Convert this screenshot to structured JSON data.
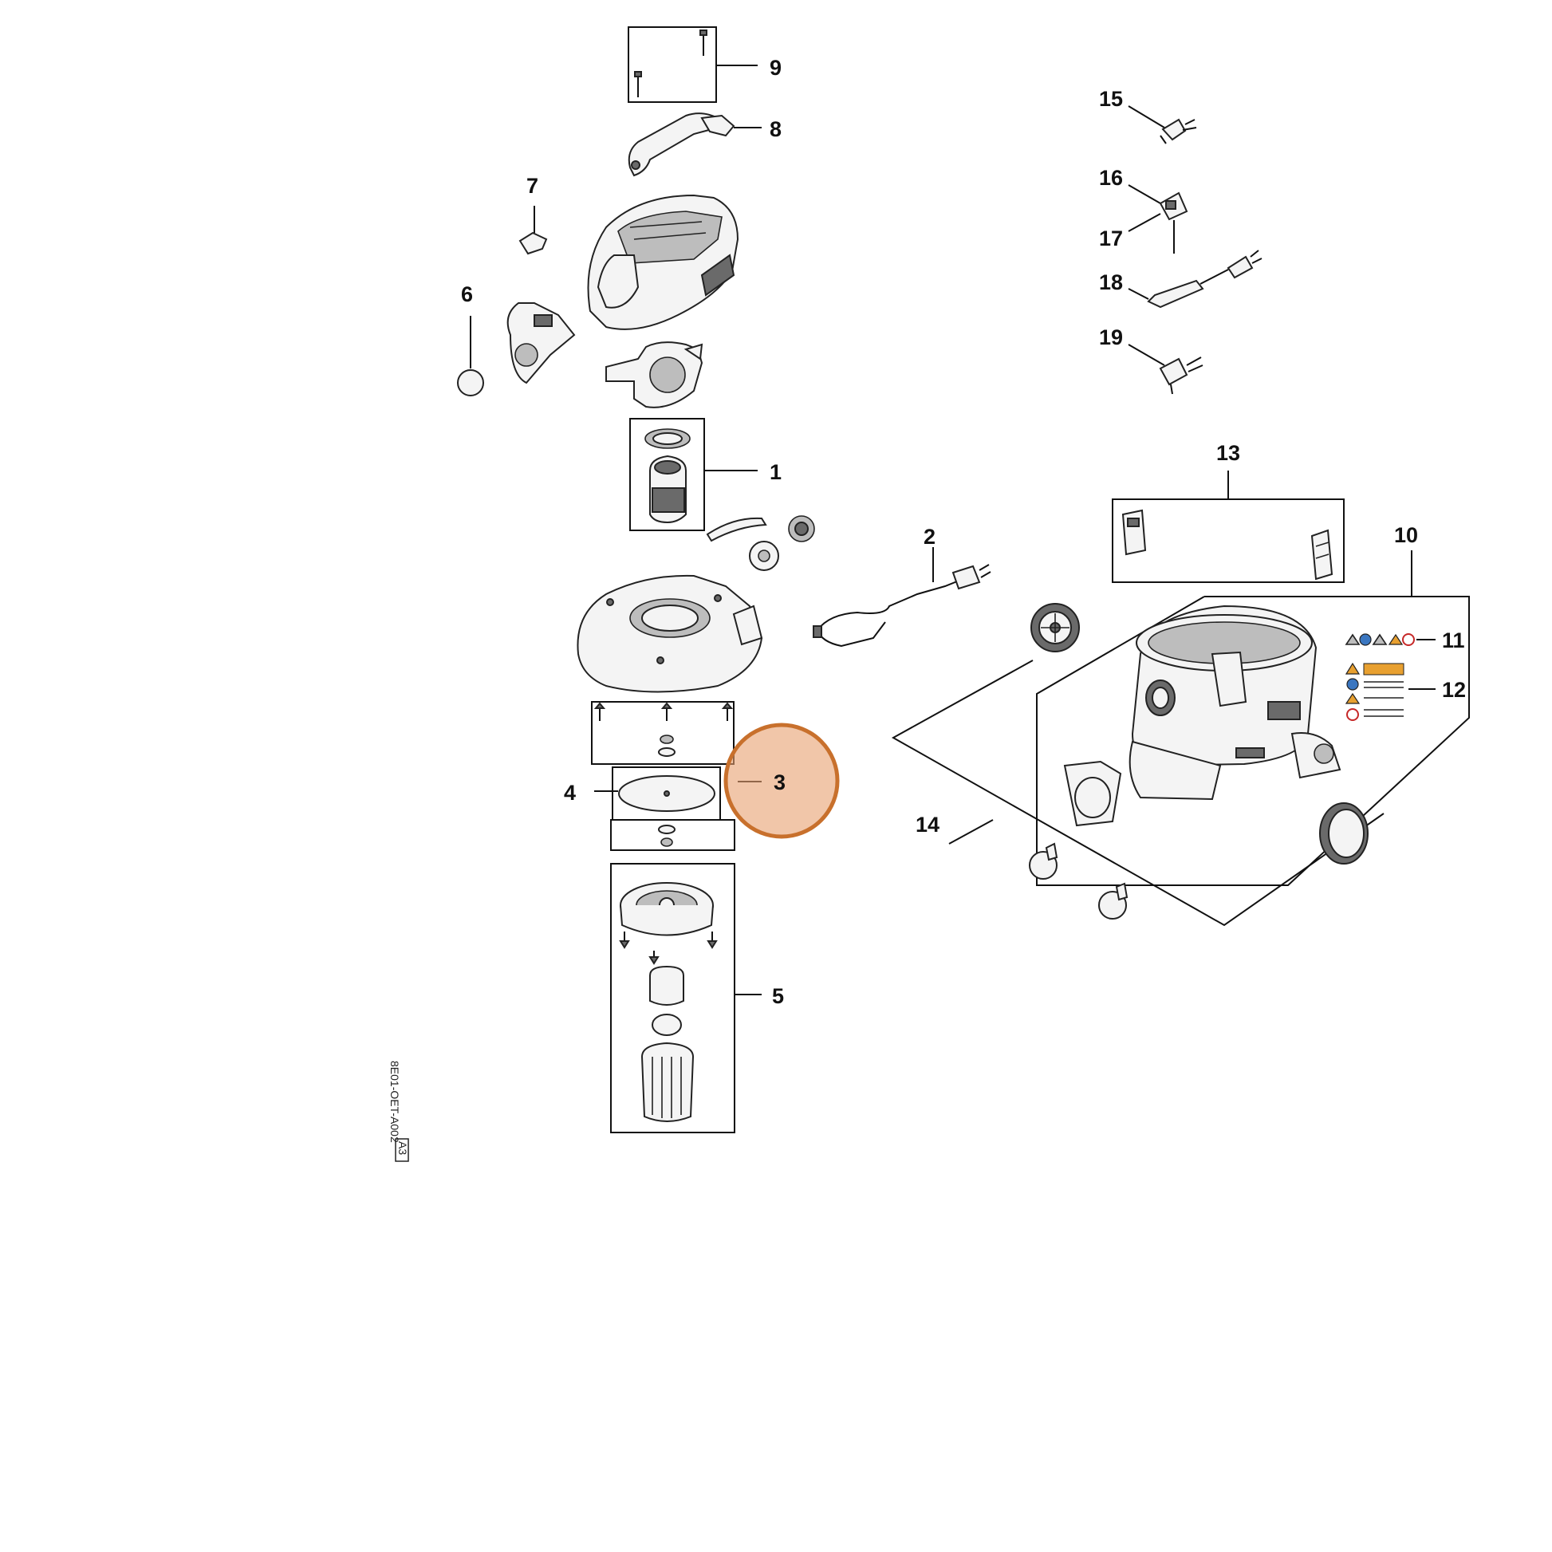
{
  "diagram": {
    "drawing_code": "8E01-OET-A002",
    "drawing_mark": "A3",
    "highlight_color": "#e8a070",
    "highlight_stroke": "#c8702c",
    "highlighted_callout": "3",
    "callouts": {
      "c1": "1",
      "c2": "2",
      "c3": "3",
      "c4": "4",
      "c5": "5",
      "c6": "6",
      "c7": "7",
      "c8": "8",
      "c9": "9",
      "c10": "10",
      "c11": "11",
      "c12": "12",
      "c13": "13",
      "c14": "14",
      "c15": "15",
      "c16": "16",
      "c17": "17",
      "c18": "18",
      "c19": "19"
    }
  }
}
